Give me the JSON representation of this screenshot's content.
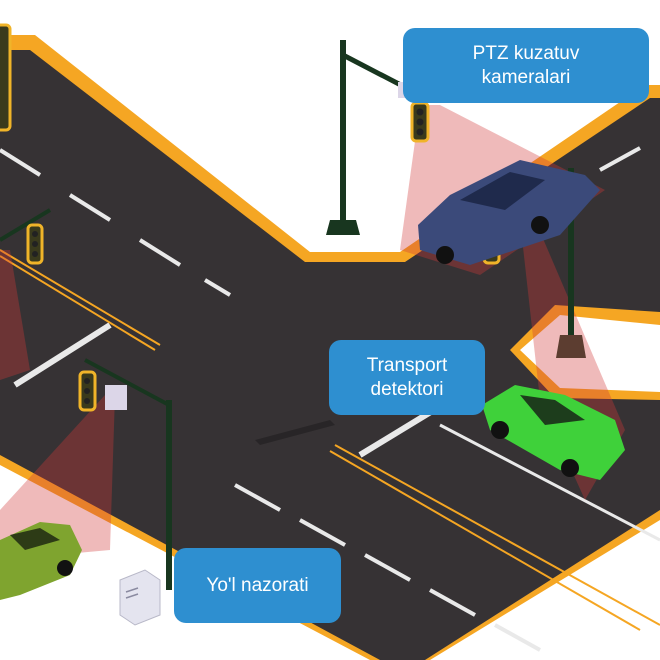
{
  "labels": {
    "ptz_cameras": "PTZ kuzatuv\nkameralari",
    "vehicle_detector": "Transport\ndetektori",
    "road_control": "Yo'l nazorati"
  },
  "colors": {
    "road": "#363234",
    "road_edge": "#f5a623",
    "sidewalk": "#ffffff",
    "lane_marking": "#e9e9e9",
    "pole": "#18361f",
    "traffic_light_body": "#3a3a1c",
    "traffic_light_border": "#f0b429",
    "camera_beam": "#d0383a",
    "callout_bg": "#2e8fd0",
    "callout_text": "#ffffff",
    "car_blue": "#3b4a7a",
    "car_green": "#3fd13a",
    "car_olive": "#7fa42f",
    "sensor_box": "#dcd6e8"
  },
  "icons": [
    "traffic-light-icon",
    "ptz-camera-icon",
    "vehicle-detector-icon",
    "control-cabinet-icon",
    "car-icon"
  ]
}
